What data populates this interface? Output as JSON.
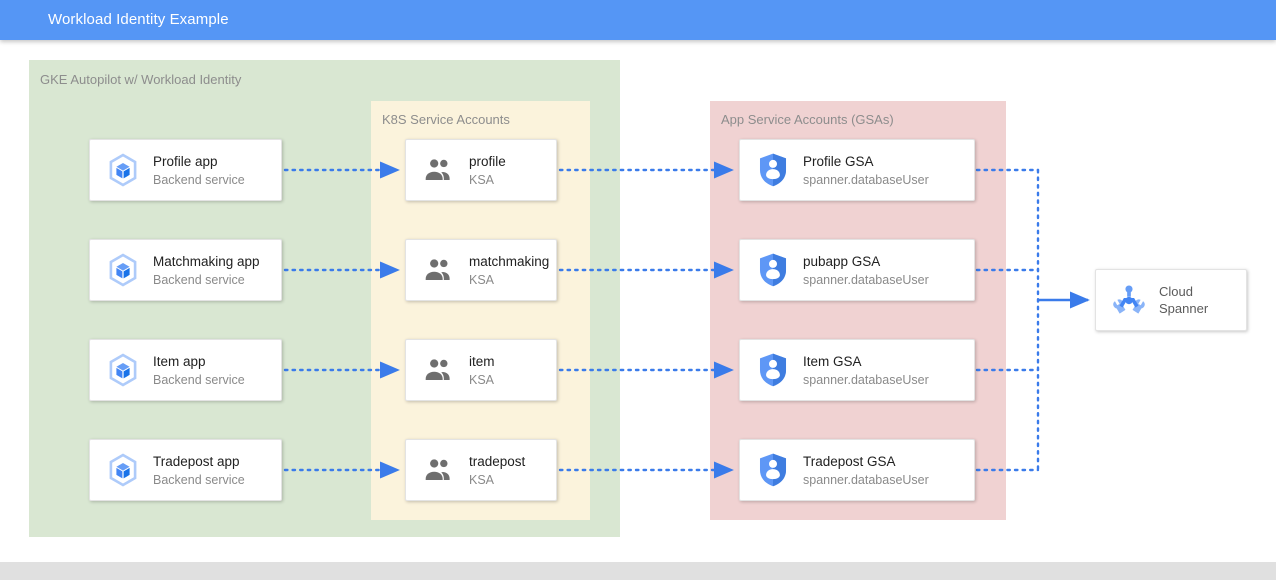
{
  "window": {
    "title": "Workload Identity Example",
    "titlebar_color": "#5596f5",
    "statusbar_color": "#e0e0e0"
  },
  "groups": [
    {
      "id": "gke",
      "label": "GKE Autopilot w/ Workload Identity",
      "color": "#d9e7d2"
    },
    {
      "id": "ksa",
      "label": "K8S Service Accounts",
      "color": "#fbf3dc"
    },
    {
      "id": "gsa",
      "label": "App Service Accounts (GSAs)",
      "color": "#f0d2d2"
    }
  ],
  "apps": [
    {
      "title": "Profile app",
      "sub": "Backend service",
      "icon": "gke-app-icon"
    },
    {
      "title": "Matchmaking app",
      "sub": "Backend service",
      "icon": "gke-app-icon"
    },
    {
      "title": "Item app",
      "sub": "Backend service",
      "icon": "gke-app-icon"
    },
    {
      "title": "Tradepost app",
      "sub": "Backend service",
      "icon": "gke-app-icon"
    }
  ],
  "ksas": [
    {
      "title": "profile",
      "sub": "KSA",
      "icon": "people-icon"
    },
    {
      "title": "matchmaking",
      "sub": "KSA",
      "icon": "people-icon"
    },
    {
      "title": "item",
      "sub": "KSA",
      "icon": "people-icon"
    },
    {
      "title": "tradepost",
      "sub": "KSA",
      "icon": "people-icon"
    }
  ],
  "gsas": [
    {
      "title": "Profile GSA",
      "sub": "spanner.databaseUser",
      "icon": "shield-user-icon"
    },
    {
      "title": "pubapp GSA",
      "sub": "spanner.databaseUser",
      "icon": "shield-user-icon"
    },
    {
      "title": "Item GSA",
      "sub": "spanner.databaseUser",
      "icon": "shield-user-icon"
    },
    {
      "title": "Tradepost GSA",
      "sub": "spanner.databaseUser",
      "icon": "shield-user-icon"
    }
  ],
  "database": {
    "line1": "Cloud",
    "line2": "Spanner",
    "icon": "cloud-spanner-icon"
  },
  "connector": {
    "color": "#3a7bea",
    "style_app_to_ksa": "dotted-arrow",
    "style_ksa_to_gsa": "dotted-arrow",
    "style_gsa_to_bus": "dotted",
    "style_bus_to_spanner": "solid-arrow"
  }
}
